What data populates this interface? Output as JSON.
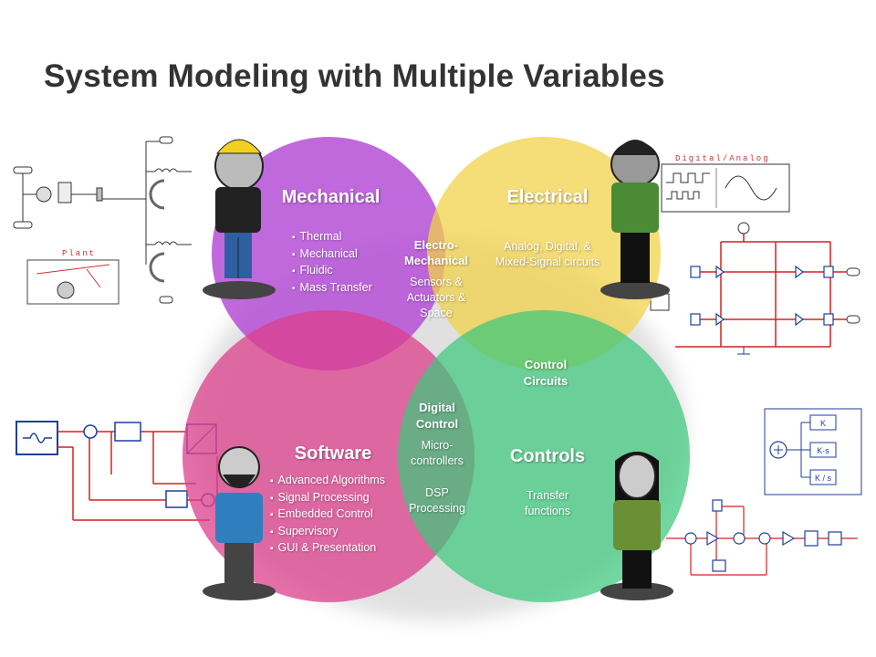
{
  "title": "System Modeling with Multiple Variables",
  "colors": {
    "mechanical": "#b44fd6",
    "electrical": "#f2d24a",
    "software": "#dc3f8c",
    "controls": "#3bc87c",
    "wire_red": "#d62020",
    "block_blue": "#1f3f9a"
  },
  "mechanical": {
    "heading": "Mechanical",
    "items": [
      "Thermal",
      "Mechanical",
      "Fluidic",
      "Mass Transfer"
    ]
  },
  "electrical": {
    "heading": "Electrical",
    "line1": "Analog, Digital, &",
    "line2": "Mixed-Signal circuits"
  },
  "software": {
    "heading": "Software",
    "items": [
      "Advanced Algorithms",
      "Signal Processing",
      "Embedded Control",
      "Supervisory",
      "GUI & Presentation"
    ]
  },
  "controls": {
    "heading": "Controls",
    "line1": "Transfer",
    "line2": "functions"
  },
  "electro_mechanical": {
    "heading1": "Electro-",
    "heading2": "Mechanical",
    "line1": "Sensors &",
    "line2": "Actuators &",
    "line3": "Space"
  },
  "control_circuits": {
    "line1": "Control",
    "line2": "Circuits"
  },
  "digital_control": {
    "heading1": "Digital",
    "heading2": "Control",
    "line1": "Micro-",
    "line2": "controllers",
    "line3": "DSP",
    "line4": "Processing"
  },
  "diagrams": {
    "plant_label": "Plant",
    "digital_analog_label": "Digital/Analog",
    "gain_k": "K",
    "gain_ks": "K·s",
    "gain_k_over_s": "K / s"
  },
  "icons": [
    "engineer-hardhat-figure",
    "electrical-engineer-figure",
    "software-engineer-figure",
    "controls-engineer-figure"
  ]
}
